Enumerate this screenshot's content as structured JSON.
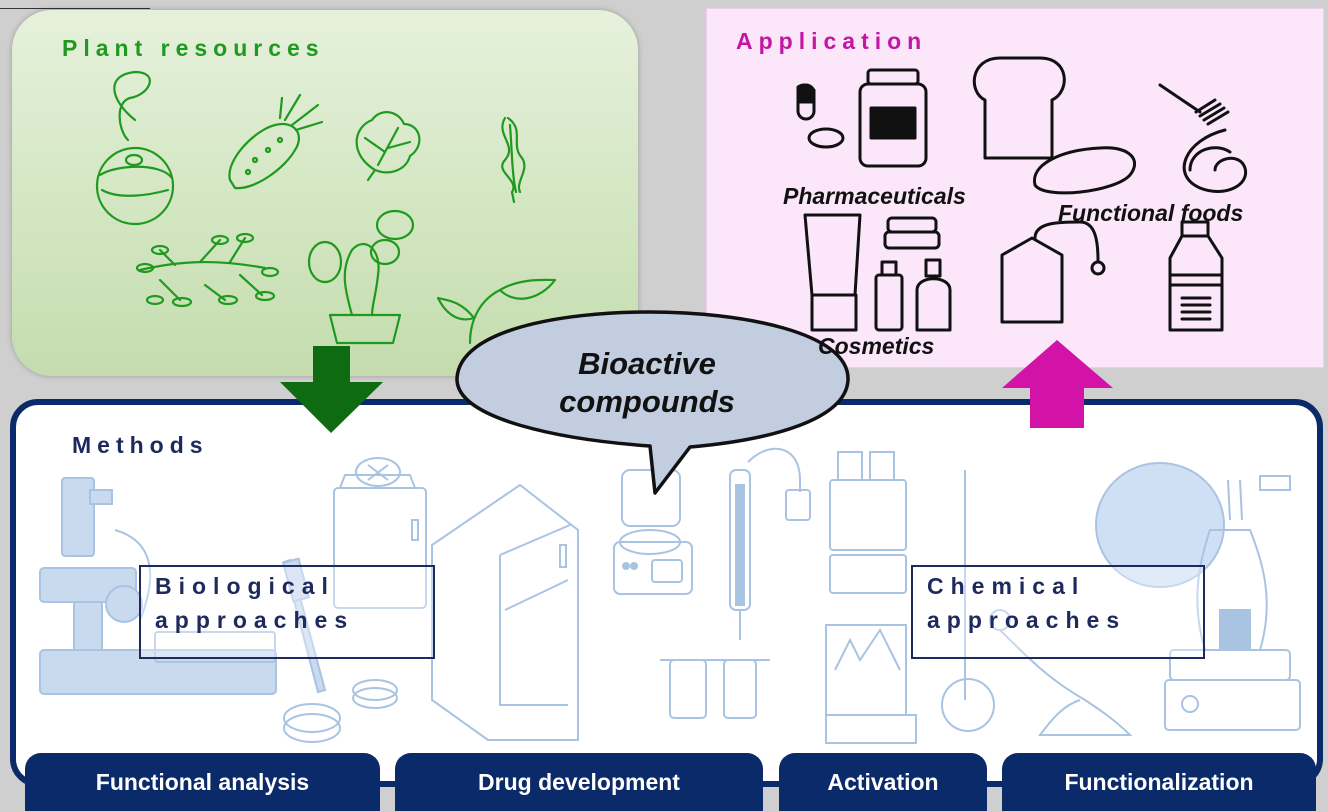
{
  "plant_resources": {
    "title": "Plant resources"
  },
  "application": {
    "title": "Application",
    "pharmaceuticals": "Pharmaceuticals",
    "functional_foods": "Functional foods",
    "cosmetics": "Cosmetics"
  },
  "bubble": {
    "line1": "Bioactive",
    "line2": "compounds"
  },
  "methods": {
    "title": "Methods",
    "biological": {
      "line1": "Biological",
      "line2": "approaches"
    },
    "chemical": {
      "line1": "Chemical",
      "line2": "approaches"
    }
  },
  "bottom_tabs": [
    "Functional analysis",
    "Drug development",
    "Activation",
    "Functionalization"
  ],
  "colors": {
    "plant_green": "#1f9a1f",
    "down_arrow": "#0e6b12",
    "up_arrow": "#d313a8",
    "methods_navy": "#0b2a6a",
    "equipment_blue": "#a9c3e3"
  }
}
